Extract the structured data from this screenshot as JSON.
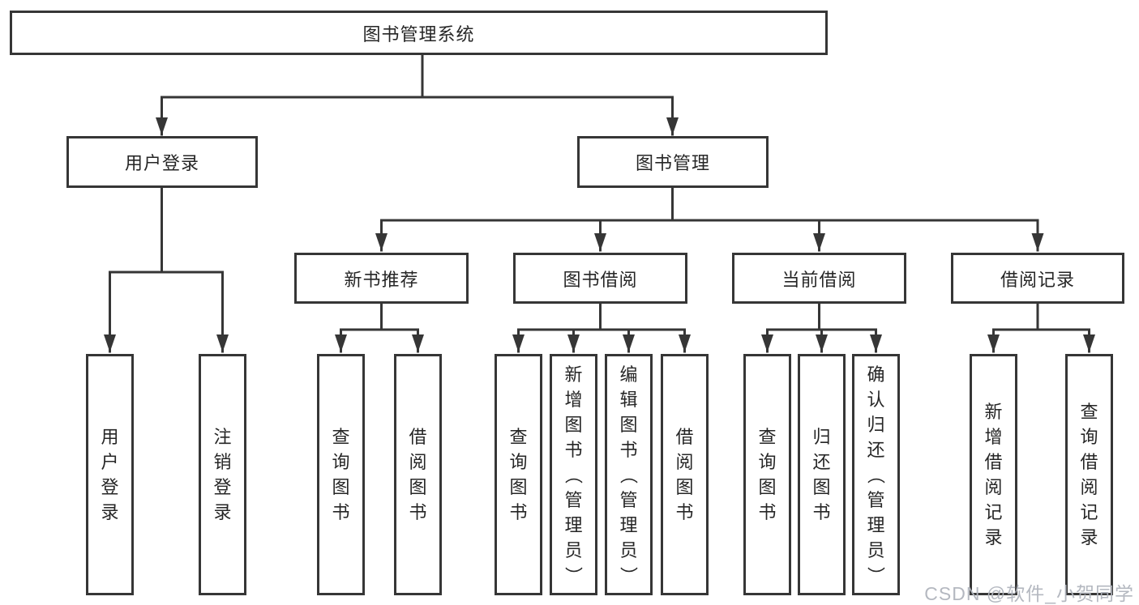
{
  "diagram": {
    "root": {
      "label": "图书管理系统"
    },
    "level2": [
      {
        "label": "用户登录"
      },
      {
        "label": "图书管理"
      }
    ],
    "level3": [
      {
        "label": "新书推荐"
      },
      {
        "label": "图书借阅"
      },
      {
        "label": "当前借阅"
      },
      {
        "label": "借阅记录"
      }
    ],
    "leaves": {
      "login": [
        "用户登录",
        "注销登录"
      ],
      "recommend": [
        "查询图书",
        "借阅图书"
      ],
      "borrow": [
        "查询图书",
        "新增图书（管理员）",
        "编辑图书（管理员）",
        "借阅图书"
      ],
      "current": [
        "查询图书",
        "归还图书",
        "确认归还（管理员）"
      ],
      "record": [
        "新增借阅记录",
        "查询借阅记录"
      ]
    }
  },
  "watermark": {
    "text": "CSDN @软件_小贺同学"
  },
  "colors": {
    "line": "#363636",
    "border": "#363636",
    "text": "#262626",
    "watermark": "#b0b4bd",
    "background": "#ffffff"
  }
}
